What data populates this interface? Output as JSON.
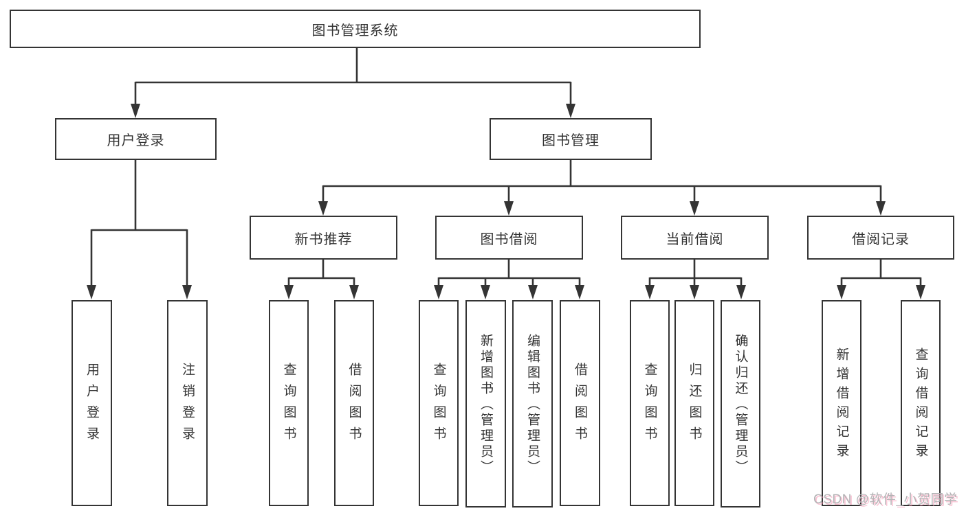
{
  "diagram": {
    "title": "图书管理系统",
    "nodes": {
      "root": "图书管理系统",
      "user_login": "用户登录",
      "book_mgmt": "图书管理",
      "login_children": [
        "用户登录",
        "注销登录"
      ],
      "sections": [
        "新书推荐",
        "图书借阅",
        "当前借阅",
        "借阅记录"
      ],
      "new_book_children": [
        "查询图书",
        "借阅图书"
      ],
      "borrow_children": [
        "查询图书",
        "新增图书（管理员）",
        "编辑图书（管理员）",
        "借阅图书"
      ],
      "current_children": [
        "查询图书",
        "归还图书",
        "确认归还（管理员）"
      ],
      "record_children": [
        "新增借阅记录",
        "查询借阅记录"
      ]
    },
    "colors": {
      "line": "#343434",
      "box_border": "#343434",
      "box_fill": "#ffffff",
      "text": "#333333",
      "watermark_gray": "#b4b4b6",
      "watermark_pink": "#f68faf"
    }
  },
  "watermark": {
    "text": "CSDN @软件_小贺同学"
  }
}
